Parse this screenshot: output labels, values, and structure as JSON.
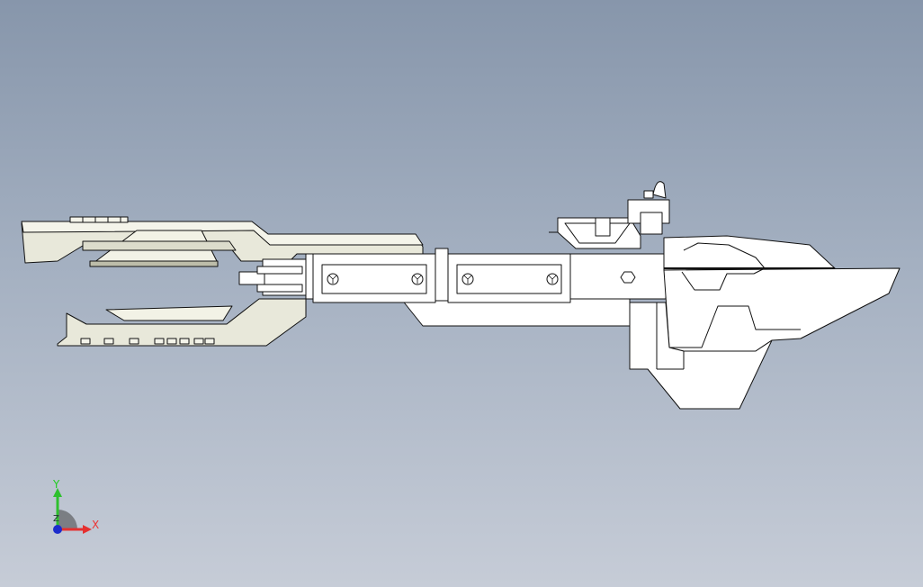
{
  "viewport": {
    "background_top": "#8796ab",
    "background_bottom": "#c6ccd7"
  },
  "model": {
    "icon": "cad-assembly-model",
    "fill_main": "#ffffff",
    "fill_tan": "#e9e9dc",
    "fill_shade": "#b9b9a8",
    "outline": "#111111"
  },
  "triad": {
    "icon": "coordinate-triad-icon",
    "x_label": "X",
    "y_label": "Y",
    "z_label": "Z",
    "x_color": "#e53030",
    "y_color": "#2ec02e",
    "z_color": "#1c2ccc"
  }
}
